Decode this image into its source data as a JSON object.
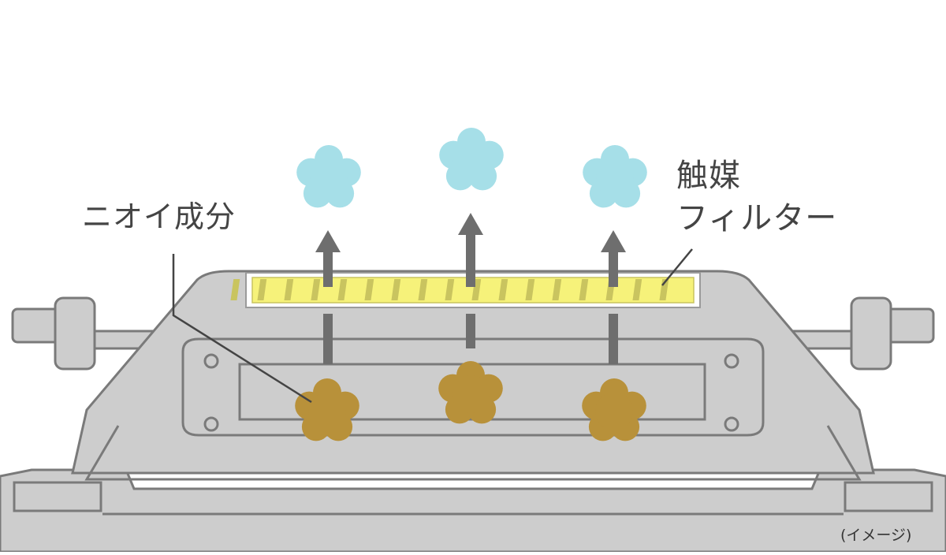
{
  "labels": {
    "odor_component": "ニオイ成分",
    "catalyst_filter_line1": "触媒",
    "catalyst_filter_line2": "フィルター",
    "image_note": "(イメージ)"
  },
  "colors": {
    "grill_body": "#cdcdcd",
    "grill_outline": "#7a7a7a",
    "filter_fill": "#f6f27a",
    "filter_slot": "#c9c45f",
    "arrow": "#6e6e6e",
    "odor_particle": "#b8913a",
    "clean_air": "#a6dfe8",
    "leader_line": "#444444"
  },
  "icons": {
    "odor_particles": "flower-blob",
    "clean_air_clouds": "flower-blob",
    "arrows": "up-arrow"
  }
}
